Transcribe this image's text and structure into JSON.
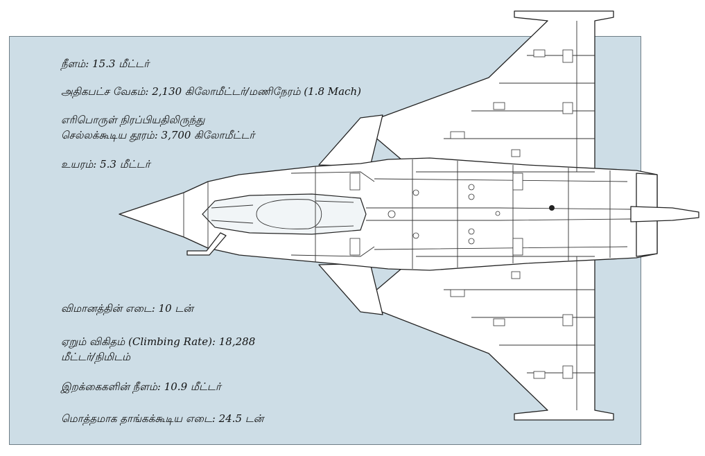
{
  "specs": {
    "length": "நீளம்: 15.3 மீட்டர்",
    "max_speed": "அதிகபட்ச வேகம்: 2,130 கிலோமீட்டர்/மணிநேரம் (1.8 Mach)",
    "range_line1": "எரிபொருள் நிரப்பியதிலிருந்து",
    "range_line2": "செல்லக்கூடிய தூரம்: 3,700 கிலோமீட்டர்",
    "height": "உயரம்: 5.3 மீட்டர்",
    "weight": "விமானத்தின் எடை: 10 டன்",
    "climb_line1": "ஏறும் விகிதம் (Climbing Rate): 18,288",
    "climb_line2": "மீட்டர்/நிமிடம்",
    "wingspan": "இறக்கைகளின் நீளம்: 10.9 மீட்டர்",
    "max_takeoff_weight": "மொத்தமாக தாங்கக்கூடிய எடை: 24.5 டன்"
  },
  "colors": {
    "panel_background": "#cddde6",
    "aircraft_fill": "#ffffff",
    "line": "#222222"
  }
}
